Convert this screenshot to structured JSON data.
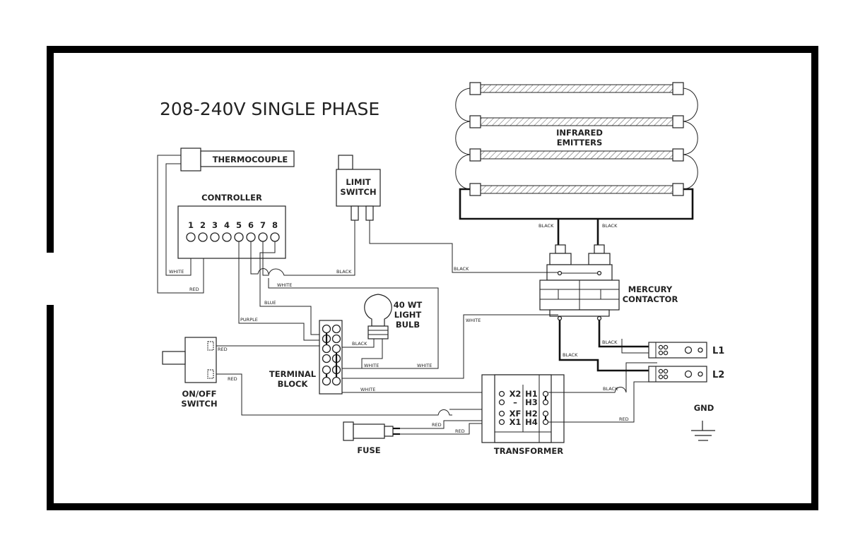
{
  "title": "208-240V SINGLE PHASE",
  "components": {
    "thermocouple": "THERMOCOUPLE",
    "controller": "CONTROLLER",
    "controller_pins": [
      "1",
      "2",
      "3",
      "4",
      "5",
      "6",
      "7",
      "8"
    ],
    "limit_switch": [
      "LIMIT",
      "SWITCH"
    ],
    "infrared_emitters": [
      "INFRARED",
      "EMITTERS"
    ],
    "light_bulb": [
      "40 WT",
      "LIGHT",
      "BULB"
    ],
    "mercury_contactor": [
      "MERCURY",
      "CONTACTOR"
    ],
    "terminal_block": [
      "TERMINAL",
      "BLOCK"
    ],
    "on_off_switch": [
      "ON/OFF",
      "SWITCH"
    ],
    "fuse": "FUSE",
    "transformer": "TRANSFORMER",
    "transformer_left_terminals": [
      "X2",
      "–",
      "XF",
      "X1"
    ],
    "transformer_right_terminals": [
      "H1",
      "H3",
      "H2",
      "H4"
    ],
    "l1": "L1",
    "l2": "L2",
    "gnd": "GND"
  },
  "wires": {
    "white_tc": "WHITE",
    "red_tc": "RED",
    "black_limit": "BLACK",
    "black_contactor": "BLACK",
    "black_emitter_left": "BLACK",
    "black_emitter_right": "BLACK",
    "white_ctrl": "WHITE",
    "blue": "BLUE",
    "purple": "PURPLE",
    "red_switch_top": "RED",
    "red_switch_bottom": "RED",
    "black_bulb": "BLACK",
    "white_bulb": "WHITE",
    "white_tb_right": "WHITE",
    "white_contactor": "WHITE",
    "white_tb_bottom": "WHITE",
    "black_contactor_l1": "BLACK",
    "black_contactor_l2": "BLACK",
    "black_transformer": "BLACK",
    "red_transformer": "RED",
    "red_fuse": "RED",
    "red_fuse2": "RED"
  }
}
